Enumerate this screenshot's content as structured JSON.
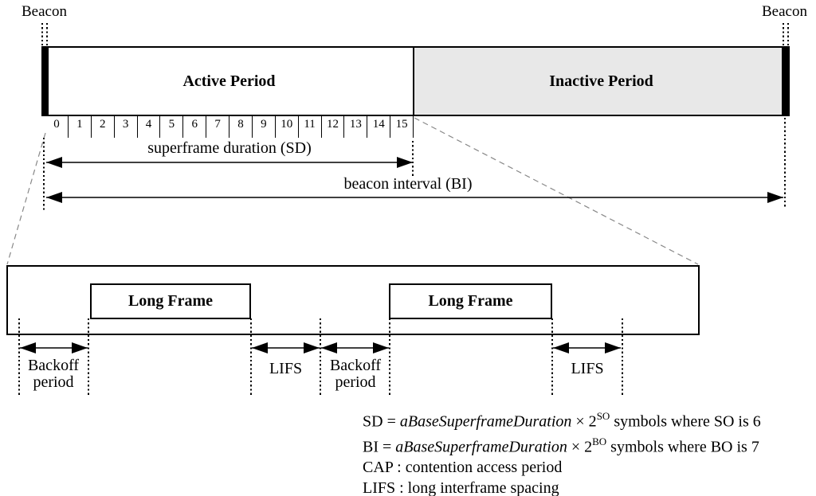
{
  "colors": {
    "background": "#ffffff",
    "line": "#000000",
    "inactive_fill": "#e8e8e8",
    "connector": "#888888"
  },
  "diagram": {
    "beacon_label_left": "Beacon",
    "beacon_label_right": "Beacon",
    "active_period_label": "Active Period",
    "inactive_period_label": "Inactive Period",
    "slot_numbers": [
      "0",
      "1",
      "2",
      "3",
      "4",
      "5",
      "6",
      "7",
      "8",
      "9",
      "10",
      "11",
      "12",
      "13",
      "14",
      "15"
    ],
    "superframe_duration_label": "superframe duration (SD)",
    "beacon_interval_label": "beacon interval (BI)",
    "long_frame_1_label": "Long Frame",
    "long_frame_2_label": "Long Frame",
    "backoff_1": {
      "line1": "Backoff",
      "line2": "period"
    },
    "lifs_1_label": "LIFS",
    "backoff_2": {
      "line1": "Backoff",
      "line2": "period"
    },
    "lifs_2_label": "LIFS",
    "notes": {
      "sd_formula": {
        "lhs": "SD = ",
        "variable": "aBaseSuperframeDuration",
        "operator": " × 2",
        "superscript": "SO",
        "tail": " symbols where SO is 6"
      },
      "bi_formula": {
        "lhs": "BI = ",
        "variable": "aBaseSuperframeDuration",
        "operator": " × 2",
        "superscript": "BO",
        "tail": " symbols where BO is 7"
      },
      "cap_definition": "CAP : contention access period",
      "lifs_definition": "LIFS : long interframe spacing"
    }
  }
}
